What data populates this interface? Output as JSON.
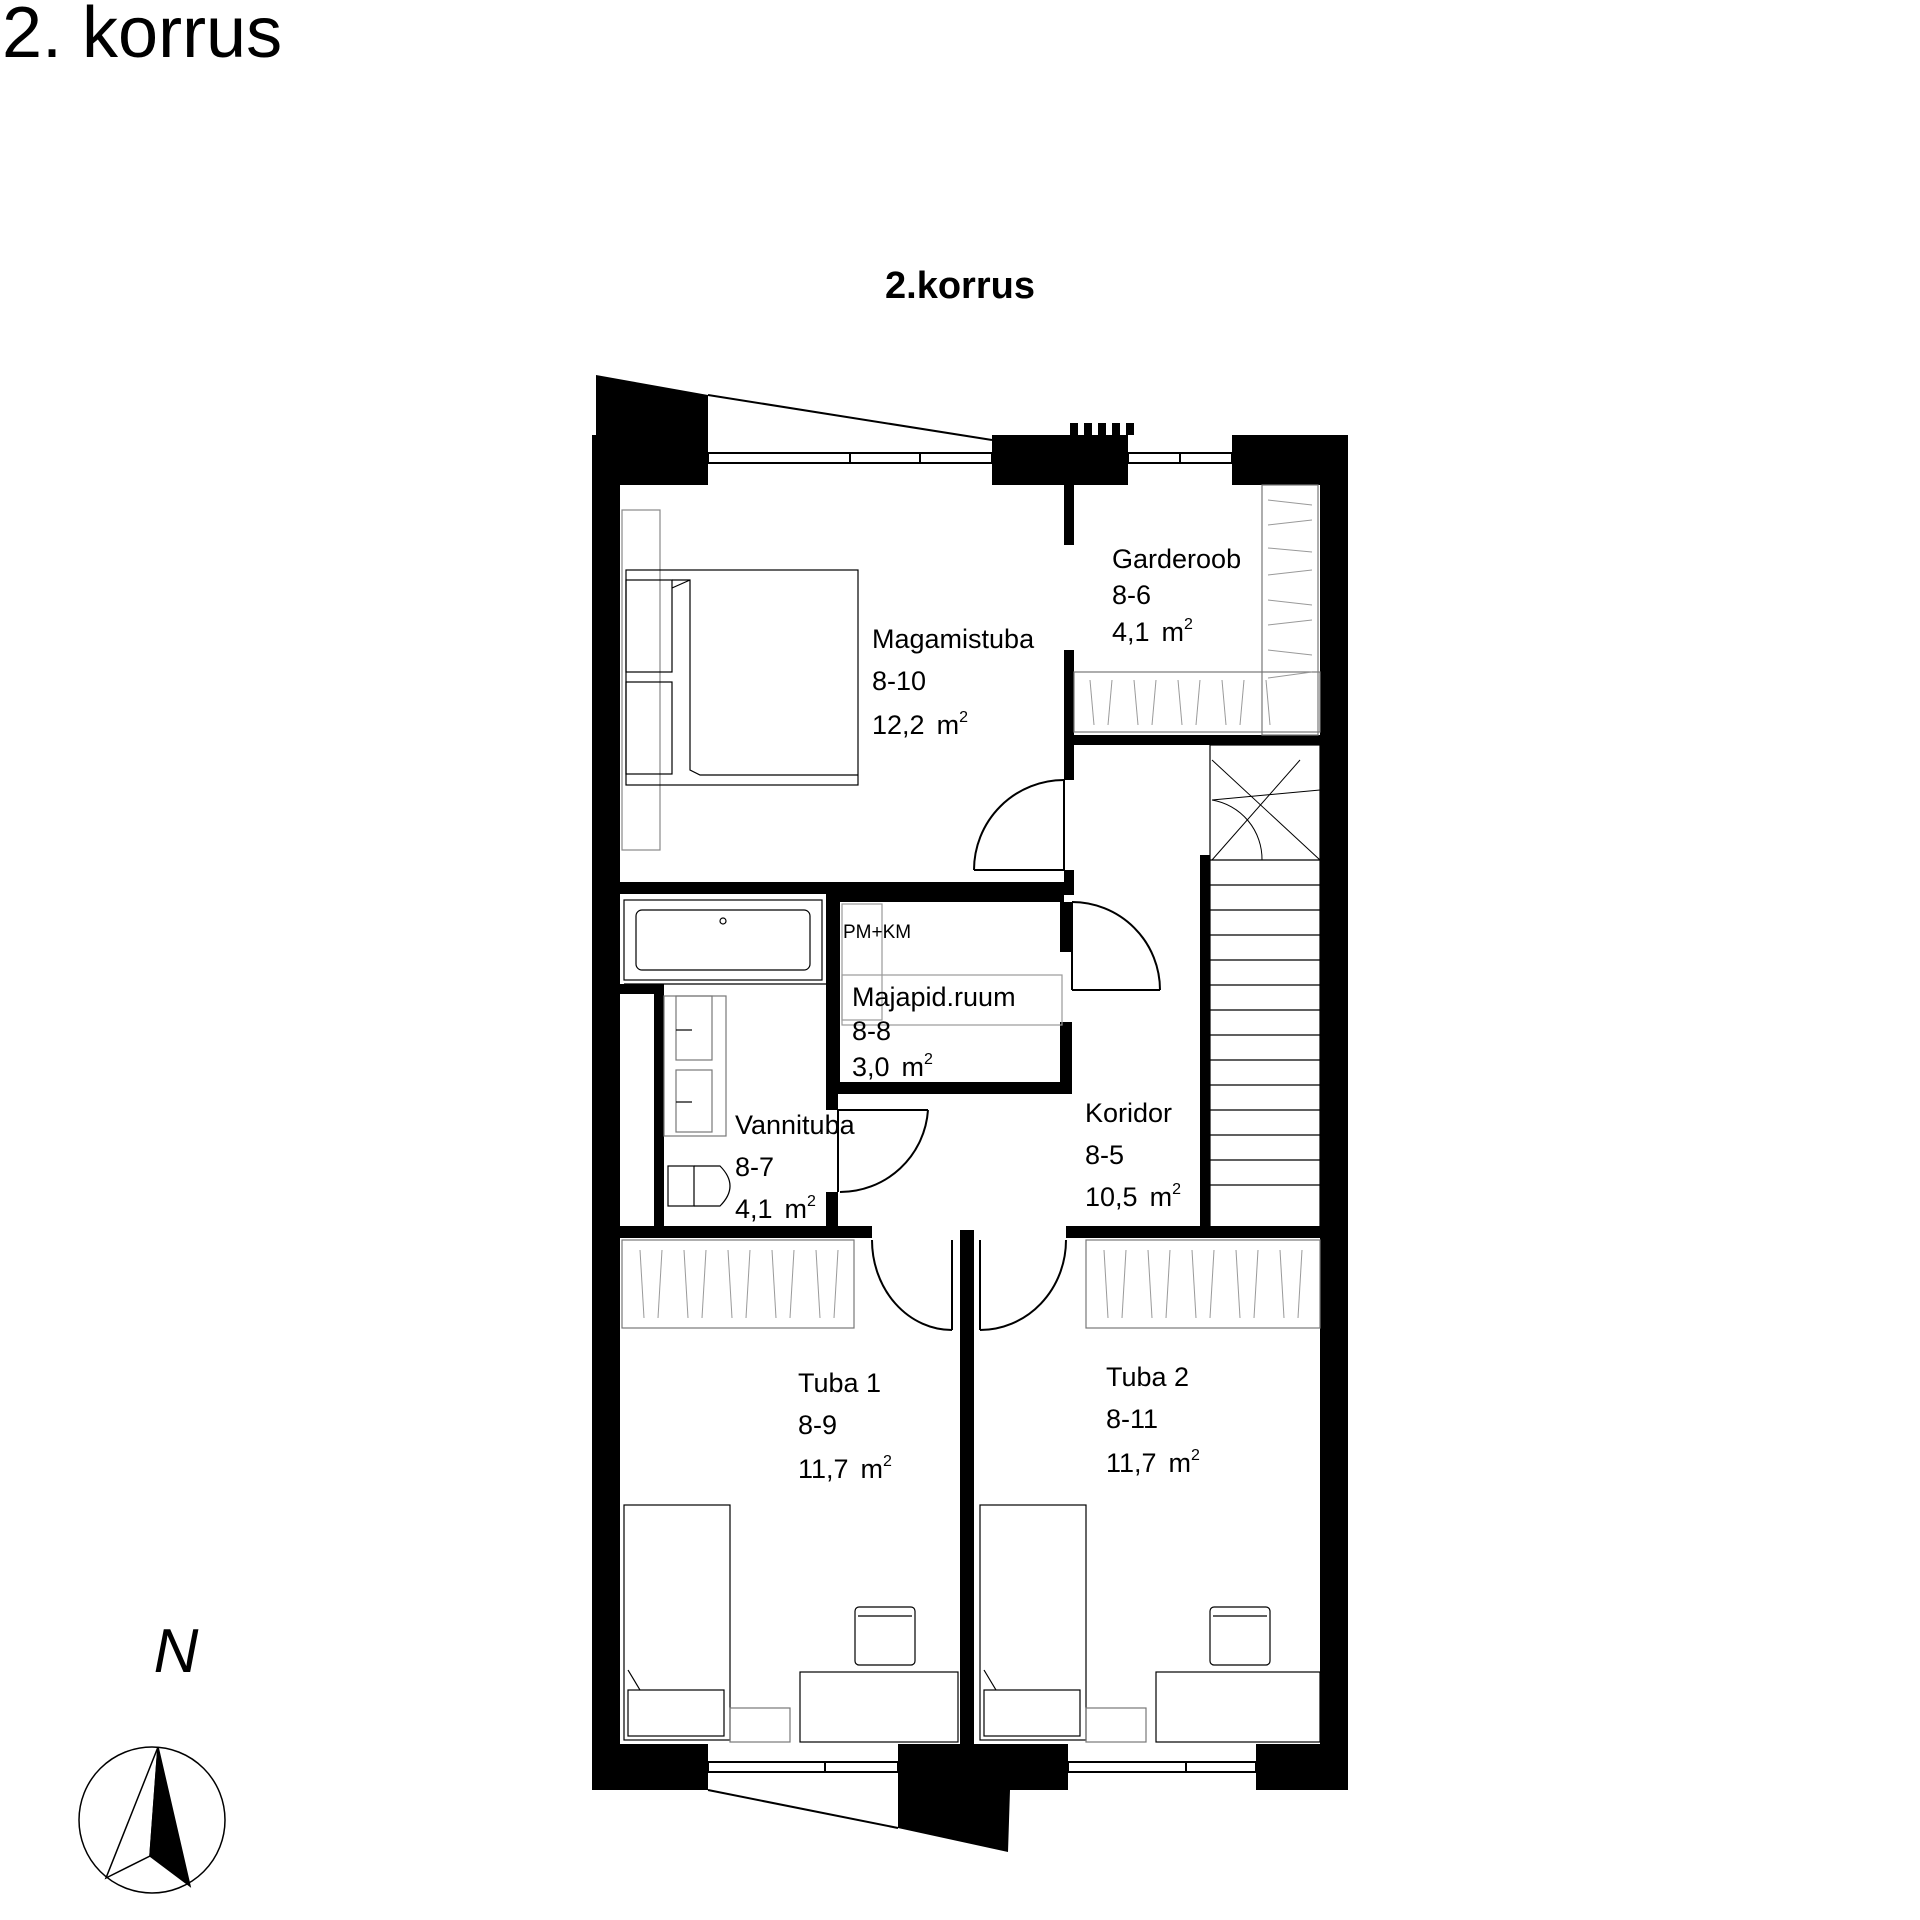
{
  "page_title": "2. korrus",
  "plan_title": "2.korrus",
  "north_label": "N",
  "pm_km_label": "PM+KM",
  "rooms": [
    {
      "name": "Magamistuba",
      "code": "8-10",
      "area": "12,2",
      "unit": "m"
    },
    {
      "name": "Garderoob",
      "code": "8-6",
      "area": "4,1",
      "unit": "m"
    },
    {
      "name": "Majapid.ruum",
      "code": "8-8",
      "area": "3,0",
      "unit": "m"
    },
    {
      "name": "Vannituba",
      "code": "8-7",
      "area": "4,1",
      "unit": "m"
    },
    {
      "name": "Koridor",
      "code": "8-5",
      "area": "10,5",
      "unit": "m"
    },
    {
      "name": "Tuba 1",
      "code": "8-9",
      "area": "11,7",
      "unit": "m"
    },
    {
      "name": "Tuba 2",
      "code": "8-11",
      "area": "11,7",
      "unit": "m"
    }
  ],
  "area_superscript": "2"
}
